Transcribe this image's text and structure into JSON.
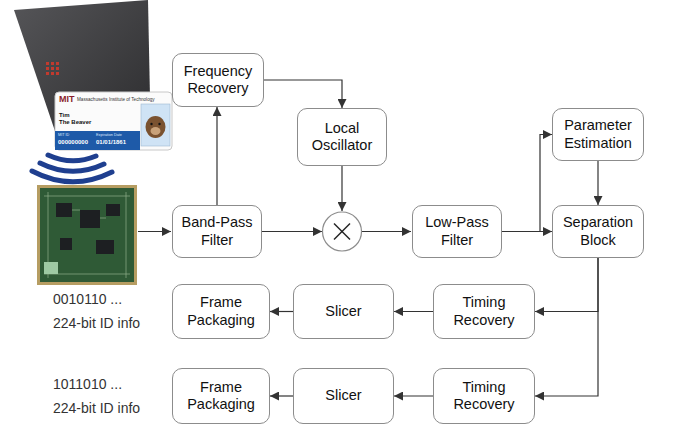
{
  "diagram": {
    "nodes": [
      {
        "text": [
          "Frequency Recovery"
        ]
      },
      {
        "text": [
          "Local Oscillator"
        ]
      },
      {
        "text": [
          "Parameter Estimation"
        ]
      },
      {
        "text": [
          "Band-Pass Filter"
        ]
      },
      {
        "text": [
          "Low-Pass Filter"
        ]
      },
      {
        "text": [
          "Separation Block"
        ]
      },
      {
        "text": [
          "Frame Packaging"
        ]
      },
      {
        "text": [
          "Slicer"
        ]
      },
      {
        "text": [
          "Timing Recovery"
        ]
      },
      {
        "text": [
          "Frame Packaging"
        ]
      },
      {
        "text": [
          "Slicer"
        ]
      },
      {
        "text": [
          "Timing Recovery"
        ]
      }
    ],
    "edges": [
      {
        "from": 3,
        "to": 0,
        "arrow": "to"
      },
      {
        "from": 0,
        "to": 1,
        "arrow": "to"
      },
      {
        "from": 4,
        "to": 5,
        "arrow": "to"
      },
      {
        "from": 4,
        "to": 2,
        "arrow": "to"
      },
      {
        "from": 2,
        "to": 5,
        "arrow": "to"
      },
      {
        "from": 5,
        "to": 8,
        "arrow": "to"
      },
      {
        "from": 5,
        "to": 11,
        "arrow": "to"
      },
      {
        "from": 8,
        "to": 7,
        "arrow": "to"
      },
      {
        "from": 7,
        "to": 6,
        "arrow": "to"
      },
      {
        "from": 11,
        "to": 10,
        "arrow": "to"
      },
      {
        "from": 10,
        "to": 9,
        "arrow": "to"
      }
    ],
    "labels": [
      "MIT",
      "Massachusetts Institute of Technology",
      "Tim",
      "The Beaver",
      "MIT ID",
      "Expiration Date",
      "000000000",
      "01/01/1861",
      "0010110 ...",
      "224-bit ID info",
      "1011010 ...",
      "224-bit ID info"
    ]
  }
}
